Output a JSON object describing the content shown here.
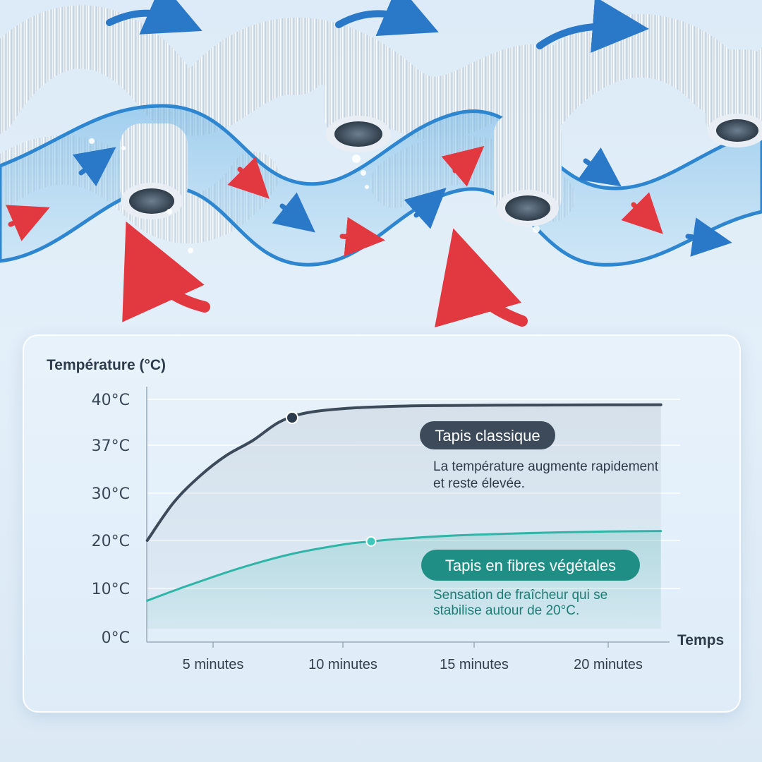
{
  "chart_data": {
    "type": "line",
    "ylabel": "Température (°C)",
    "xlabel": "Temps",
    "y_ticks": [
      "0°C",
      "10°C",
      "20°C",
      "30°C",
      "37°C",
      "40°C"
    ],
    "x_ticks": [
      "5 minutes",
      "10 minutes",
      "15 minutes",
      "20 minutes"
    ],
    "grid": true,
    "series": [
      {
        "name": "Tapis classique",
        "color": "#3c4a5a",
        "note_lines": [
          "La température augmente rapidement",
          "et reste élevée."
        ],
        "x": [
          2.5,
          3.5,
          4.5,
          5.5,
          6.5,
          7.5,
          8.5,
          10,
          12,
          14,
          16,
          18,
          20,
          22
        ],
        "y": [
          20,
          28,
          32.5,
          35.5,
          37.3,
          38.5,
          39.1,
          39.4,
          39.55,
          39.6,
          39.62,
          39.63,
          39.64,
          39.65
        ],
        "marker_x": 8
      },
      {
        "name": "Tapis en fibres végétales",
        "color": "#2fb5a8",
        "note_lines": [
          "Sensation de fraîcheur qui se",
          "stabilise autour de 20°C."
        ],
        "x": [
          2.5,
          4,
          6,
          8,
          10,
          11,
          12,
          14,
          16,
          18,
          20,
          22
        ],
        "y": [
          7.5,
          10.5,
          14.2,
          17.2,
          19.2,
          19.8,
          20.3,
          21,
          21.4,
          21.7,
          21.9,
          22
        ],
        "marker_x": 11
      }
    ]
  }
}
